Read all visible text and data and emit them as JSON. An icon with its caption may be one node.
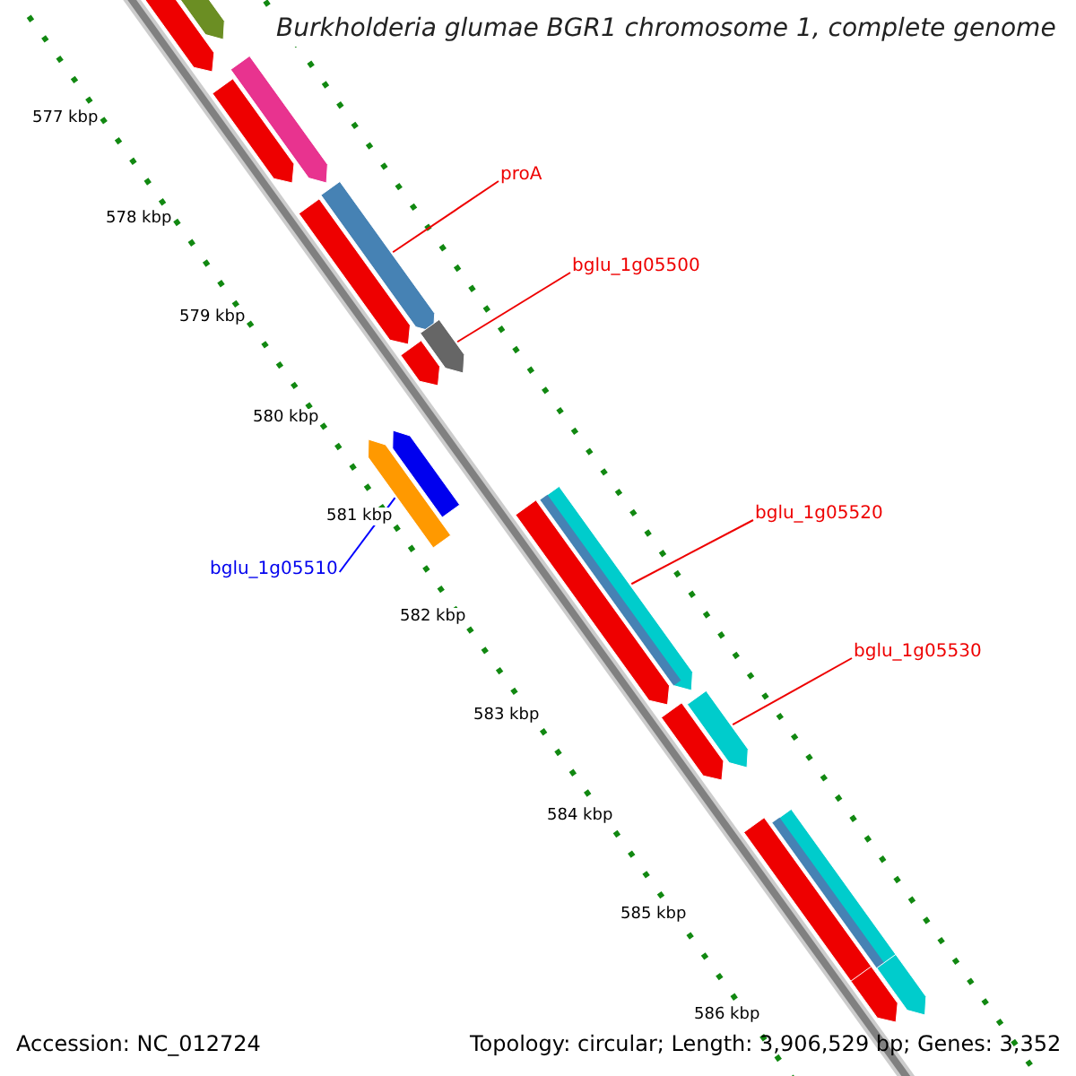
{
  "diagram": {
    "title": "Burkholderia glumae BGR1 chromosome 1, complete genome",
    "nodes": [
      {
        "text": [
          "proA"
        ]
      },
      {
        "text": [
          "bglu_1g05500"
        ]
      },
      {
        "text": [
          "bglu_1g05520"
        ]
      },
      {
        "text": [
          "bglu_1g05510"
        ]
      },
      {
        "text": [
          "bglu_1g05530"
        ]
      },
      {
        "text": [],
        "shape": "bar"
      },
      {
        "text": [],
        "shape": "bar"
      },
      {
        "text": [],
        "shape": "bar"
      },
      {
        "text": [],
        "shape": "bar"
      },
      {
        "text": [],
        "shape": "bar"
      },
      {
        "text": [],
        "shape": "bar"
      },
      {
        "text": [],
        "shape": "bar"
      },
      {
        "text": [],
        "shape": "bar"
      },
      {
        "text": [],
        "shape": "bar"
      },
      {
        "text": [],
        "shape": "bar"
      },
      {
        "text": [],
        "shape": "bar"
      },
      {
        "text": [],
        "shape": "bar"
      },
      {
        "text": [],
        "shape": "bar"
      },
      {
        "text": [],
        "shape": "bar"
      },
      {
        "text": [],
        "shape": "bar"
      },
      {
        "text": [],
        "shape": "bar"
      },
      {
        "text": [],
        "shape": "bar"
      },
      {
        "text": [],
        "shape": "bar"
      }
    ],
    "edges": [
      {
        "from": 0,
        "to": 9,
        "arrow": "none"
      },
      {
        "from": 1,
        "to": 11,
        "arrow": "none"
      },
      {
        "from": 2,
        "to": 15,
        "arrow": "none"
      },
      {
        "from": 3,
        "to": 14,
        "arrow": "none",
        "color": "#0000ff"
      },
      {
        "from": 4,
        "to": 17,
        "arrow": "none"
      }
    ],
    "labels": [
      "577 kbp",
      "578 kbp",
      "579 kbp",
      "580 kbp",
      "581 kbp",
      "582 kbp",
      "583 kbp",
      "584 kbp",
      "585 kbp",
      "586 kbp",
      "Accession: NC_012724",
      "Topology: circular; Length: 3,906,529 bp; Genes: 3,352"
    ]
  }
}
